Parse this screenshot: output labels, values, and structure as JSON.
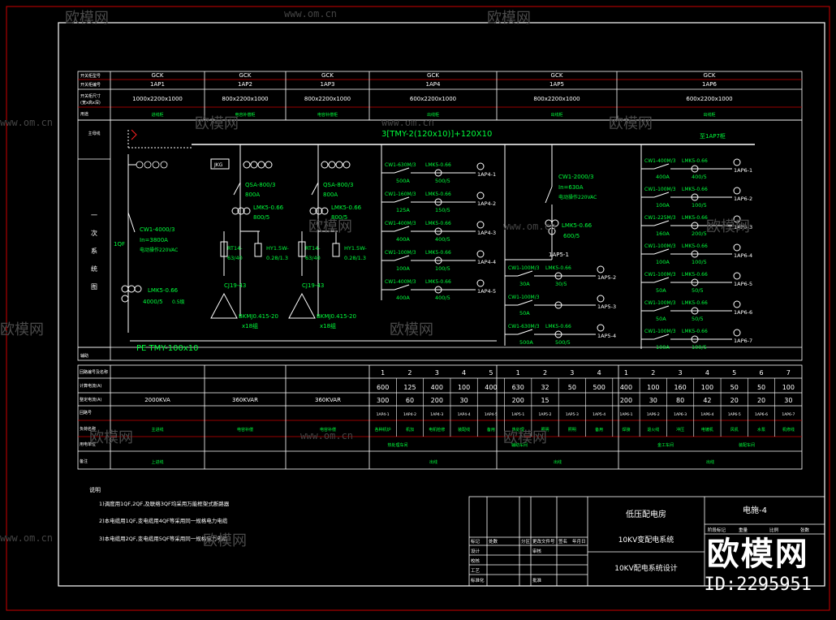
{
  "panels": [
    {
      "model": "GCK",
      "no": "1AP1",
      "size": "1000x2200x1000",
      "use": "进线柜"
    },
    {
      "model": "GCK",
      "no": "1AP2",
      "size": "800x2200x1000",
      "use": "电容补偿柜"
    },
    {
      "model": "GCK",
      "no": "1AP3",
      "size": "800x2200x1000",
      "use": "电容补偿柜"
    },
    {
      "model": "GCK",
      "no": "1AP4",
      "size": "600x2200x1000",
      "use": "出线柜"
    },
    {
      "model": "GCK",
      "no": "1AP5",
      "size": "800x2200x1000",
      "use": "出线柜"
    },
    {
      "model": "GCK",
      "no": "1AP6",
      "size": "600x2200x1000",
      "use": "出线柜"
    }
  ],
  "row_labels": {
    "r1": "开关柜型号",
    "r2": "开关柜编号",
    "r3": "开关柜尺寸",
    "r3b": "(宽x高x深)",
    "r4": "用途",
    "main": "主母线",
    "sys": [
      "一",
      "次",
      "系",
      "统",
      "图"
    ],
    "aux": "辅助",
    "b1": "回路编号及名称",
    "b2": "计算电流(A)",
    "b3": "整定电流(A)",
    "b4": "回路号",
    "b5": "负荷名称",
    "b6": "用电单位",
    "note": "备注"
  },
  "bus": {
    "main": "3[TMY-2(120x10)]+120X10",
    "pe": "PE  TMY-100x10",
    "link": "至1AP7柜"
  },
  "incoming": {
    "breaker": "CW1-4000/3",
    "in": "In=3800A",
    "ctl": "电动操作220VAC",
    "qf": "1QF",
    "ct": "LMK5-0.66",
    "ct2": "4000/5",
    "ct3": "0.5级"
  },
  "cap": {
    "jkg": "JKG",
    "qsa": "QSA-800/3",
    "qsa2": "800A",
    "ct": "LMK5-0.66",
    "ct2": "800/5",
    "fuse": "RT14-",
    "fuse2": "63/40",
    "arr": "HY1.5W-",
    "arr2": "0.28/1.3",
    "cj": "CJ19-43",
    "bk": "BKMJ0.415-20",
    "bk2": "x18组"
  },
  "ap4": {
    "rows": [
      {
        "brk": "CW1-630M/3",
        "a": "500A",
        "ct": "LMK5-0.66",
        "r": "500/5",
        "id": "1AP4-1"
      },
      {
        "brk": "CW1-160M/3",
        "a": "125A",
        "ct": "LMK5-0.66",
        "r": "150/5",
        "id": "1AP4-2"
      },
      {
        "brk": "CW1-400M/3",
        "a": "400A",
        "ct": "LMK5-0.66",
        "r": "400/5",
        "id": "1AP4-3"
      },
      {
        "brk": "CW1-100M/3",
        "a": "100A",
        "ct": "LMK5-0.66",
        "r": "100/5",
        "id": "1AP4-4"
      },
      {
        "brk": "CW1-400M/3",
        "a": "400A",
        "ct": "LMK5-0.66",
        "r": "400/5",
        "id": "1AP4-5"
      }
    ]
  },
  "ap5": {
    "top": {
      "brk": "CW1-2000/3",
      "in": "In=630A",
      "ctl": "电动操作220VAC",
      "ct": "LMK5-0.66",
      "r": "600/5",
      "id": "1AP5-1"
    },
    "rows": [
      {
        "brk": "CW1-100M/3",
        "a": "30A",
        "ct": "LMK5-0.66",
        "r": "30/5",
        "id": "1AP5-2"
      },
      {
        "brk": "CW1-100M/3",
        "a": "50A",
        "ct": "",
        "r": "",
        "id": "1AP5-3"
      },
      {
        "brk": "CW1-630M/3",
        "a": "500A",
        "ct": "LMK5-0.66",
        "r": "500/5",
        "id": "1AP5-4"
      }
    ]
  },
  "ap6": {
    "rows": [
      {
        "brk": "CW1-400M/3",
        "a": "400A",
        "ct": "LMK5-0.66",
        "r": "400/5",
        "id": "1AP6-1"
      },
      {
        "brk": "CW1-100M/3",
        "a": "100A",
        "ct": "LMK5-0.66",
        "r": "100/5",
        "id": "1AP6-2"
      },
      {
        "brk": "CW1-225M/3",
        "a": "160A",
        "ct": "LMK5-0.66",
        "r": "200/5",
        "id": "1AP6-3"
      },
      {
        "brk": "CW1-100M/3",
        "a": "100A",
        "ct": "LMK5-0.66",
        "r": "100/5",
        "id": "1AP6-4"
      },
      {
        "brk": "CW1-100M/3",
        "a": "50A",
        "ct": "LMK5-0.66",
        "r": "50/5",
        "id": "1AP6-5"
      },
      {
        "brk": "CW1-100M/3",
        "a": "50A",
        "ct": "LMK5-0.66",
        "r": "50/5",
        "id": "1AP6-6"
      },
      {
        "brk": "CW1-100M/3",
        "a": "100A",
        "ct": "LMK5-0.66",
        "r": "100/5",
        "id": "1AP6-7"
      }
    ]
  },
  "bottom": {
    "cap1": "2000KVA",
    "cap2": "360KVAR",
    "cap3": "360KVAR",
    "circuits": [
      "1",
      "2",
      "3",
      "4",
      "5",
      "1",
      "2",
      "3",
      "4",
      "1",
      "2",
      "3",
      "4",
      "5",
      "6",
      "7"
    ],
    "calc": [
      "600",
      "125",
      "400",
      "100",
      "400",
      "630",
      "32",
      "50",
      "500",
      "400",
      "100",
      "160",
      "100",
      "50",
      "50",
      "100"
    ],
    "set": [
      "300",
      "60",
      "200",
      "30",
      "",
      "200",
      "15",
      "",
      "",
      "200",
      "30",
      "80",
      "42",
      "20",
      "20",
      "30"
    ],
    "ids": [
      "1AP4-1",
      "1AP4-2",
      "1AP4-3",
      "1AP4-4",
      "1AP4-5",
      "1AP5-1",
      "1AP5-2",
      "1AP5-3",
      "1AP5-4",
      "1AP6-1",
      "1AP6-2",
      "1AP6-3",
      "1AP6-4",
      "1AP6-5",
      "1AP6-6",
      "1AP6-7"
    ],
    "loads": [
      "各种机炉",
      "机加",
      "电机检修",
      "装配线",
      "备用",
      "热处理",
      "照明",
      "照明",
      "备用",
      "焊接",
      "退火线",
      "冲压",
      "电镀机",
      "风机",
      "水泵",
      "机修线"
    ],
    "units1": [
      "主进线",
      "电容补偿",
      "电容补偿"
    ],
    "units2": [
      "热处理车间",
      "辅助车间",
      "金工车间",
      "装配车间"
    ],
    "remarks": [
      "上进线",
      "",
      "",
      "出线",
      "出线",
      "出线"
    ]
  },
  "notes": {
    "title": "说明",
    "n1": "1)调度用1QF,2QF,及联络3QF均采用万能框架式断路器",
    "n2": "2)本电缆用1QF,变电缆用4QF等采用同一规格电力电缆",
    "n3": "3)本电缆用2QF,变电缆用5QF等采用同一规格电力电缆"
  },
  "titleblock": {
    "t1": "低压配电房",
    "t2": "10KV变配电系统",
    "t3": "10KV配电系统设计",
    "dwg": "电施-4",
    "h": [
      "标记",
      "处数",
      "分区",
      "更改文件号",
      "签名",
      "年月日"
    ],
    "rows": [
      "设计",
      "校核",
      "工艺",
      "标准化"
    ],
    "cols": [
      "阶段标记",
      "重量",
      "比例",
      "张数"
    ],
    "audit": "审核",
    "approve": "批准"
  },
  "watermarks": {
    "logo": "欧模网",
    "site": "www.om.cn",
    "id": "ID:2295951"
  },
  "colors": {
    "green": "#00ff3c",
    "red": "#ff2020",
    "white": "#ffffff",
    "blue": "#4d7dff"
  }
}
